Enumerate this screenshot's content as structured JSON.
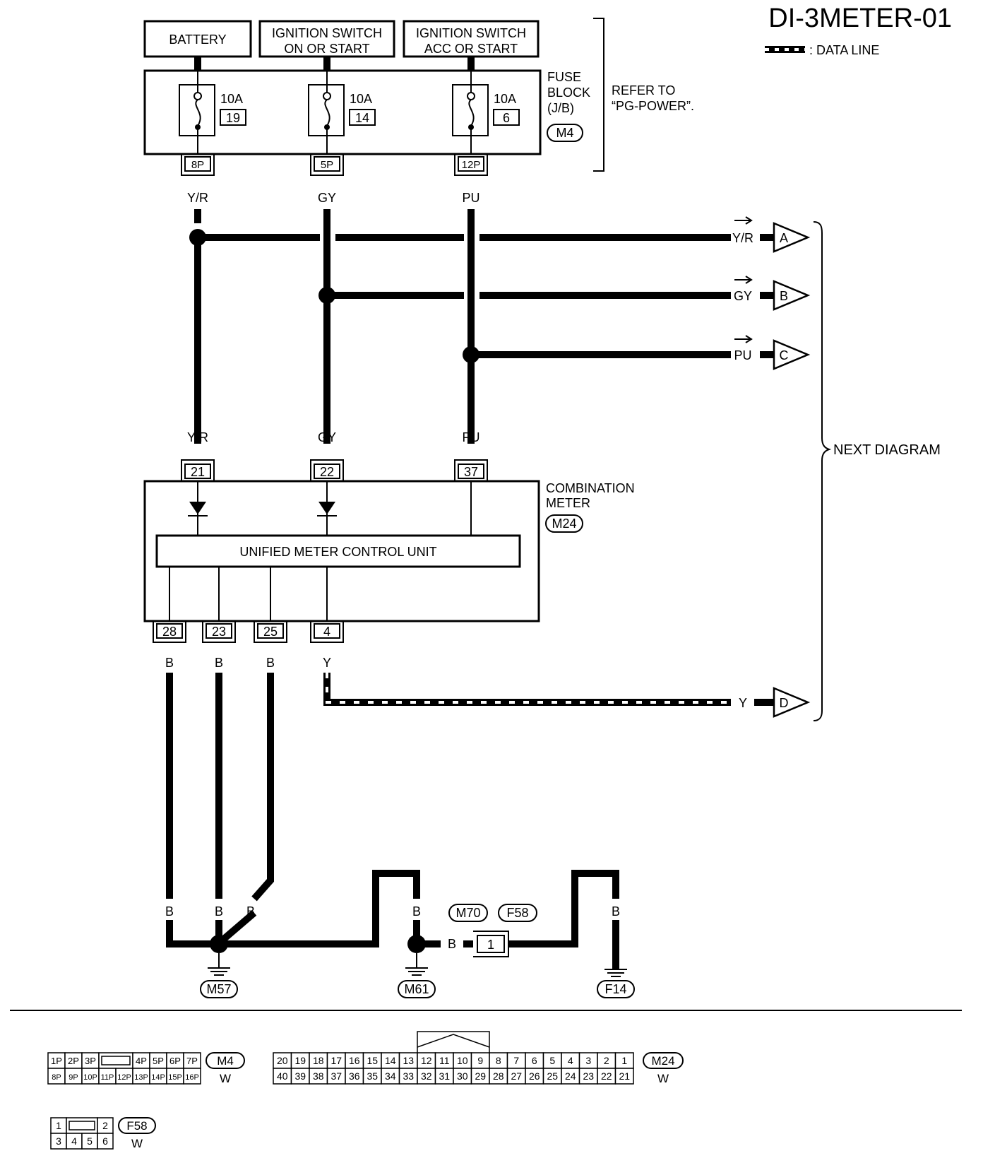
{
  "title": "DI-3METER-01",
  "legend": {
    "data_line_label": ": DATA LINE"
  },
  "sources": [
    {
      "label": "BATTERY"
    },
    {
      "label_line1": "IGNITION SWITCH",
      "label_line2": "ON OR START"
    },
    {
      "label_line1": "IGNITION SWITCH",
      "label_line2": "ACC OR START"
    }
  ],
  "fuse_block": {
    "name_line1": "FUSE",
    "name_line2": "BLOCK",
    "name_line3": "(J/B)",
    "connector": "M4",
    "note_line1": "REFER TO",
    "note_line2": "“PG-POWER”.",
    "fuses": [
      {
        "rating": "10A",
        "number": "19",
        "pin": "8P"
      },
      {
        "rating": "10A",
        "number": "14",
        "pin": "5P"
      },
      {
        "rating": "10A",
        "number": "6",
        "pin": "12P"
      }
    ]
  },
  "wires_top": [
    "Y/R",
    "GY",
    "PU"
  ],
  "next_diagram": {
    "label": "NEXT DIAGRAM",
    "outputs": [
      {
        "color": "Y/R",
        "letter": "A"
      },
      {
        "color": "GY",
        "letter": "B"
      },
      {
        "color": "PU",
        "letter": "C"
      },
      {
        "color": "Y",
        "letter": "D"
      }
    ]
  },
  "combination_meter": {
    "name_line1": "COMBINATION",
    "name_line2": "METER",
    "connector": "M24",
    "unit_label": "UNIFIED METER CONTROL UNIT",
    "input_pins": [
      "21",
      "22",
      "37"
    ],
    "input_colors": [
      "Y/R",
      "GY",
      "PU"
    ],
    "output_pins": [
      "28",
      "23",
      "25",
      "4"
    ],
    "output_colors": [
      "B",
      "B",
      "B",
      "Y"
    ]
  },
  "ground": {
    "wire_color": "B",
    "connectors": {
      "m70": "M70",
      "f58": "F58",
      "pin": "1"
    },
    "grounds": [
      "M57",
      "M61",
      "F14"
    ]
  },
  "connector_views": {
    "m4": {
      "name": "M4",
      "color": "W",
      "row1": [
        "1P",
        "2P",
        "3P",
        "4P",
        "5P",
        "6P",
        "7P"
      ],
      "row2": [
        "8P",
        "9P",
        "10P",
        "11P",
        "12P",
        "13P",
        "14P",
        "15P",
        "16P"
      ]
    },
    "m24": {
      "name": "M24",
      "color": "W",
      "row1": [
        "20",
        "19",
        "18",
        "17",
        "16",
        "15",
        "14",
        "13",
        "12",
        "11",
        "10",
        "9",
        "8",
        "7",
        "6",
        "5",
        "4",
        "3",
        "2",
        "1"
      ],
      "row2": [
        "40",
        "39",
        "38",
        "37",
        "36",
        "35",
        "34",
        "33",
        "32",
        "31",
        "30",
        "29",
        "28",
        "27",
        "26",
        "25",
        "24",
        "23",
        "22",
        "21"
      ]
    },
    "f58": {
      "name": "F58",
      "color": "W",
      "row1": [
        "1",
        "2"
      ],
      "row2": [
        "3",
        "4",
        "5",
        "6"
      ]
    }
  }
}
